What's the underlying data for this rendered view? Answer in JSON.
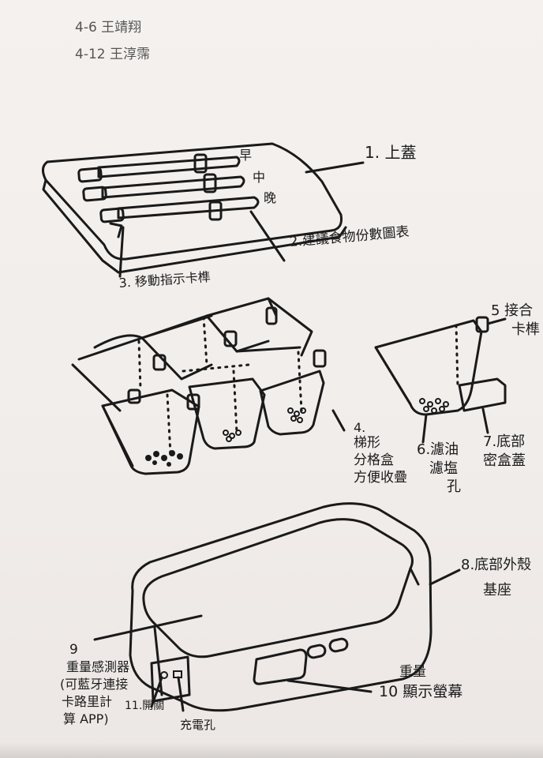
{
  "authors": {
    "line1": "4-6 王靖翔",
    "line2": "4-12 王淳霈"
  },
  "labels": {
    "lid": "1. 上蓋",
    "morning": "早",
    "noon": "中",
    "evening": "晚",
    "chart": "2.建議食物份數圖表",
    "slider": "3. 移動指示卡榫",
    "trapezoid_num": "4.",
    "trapezoid_l1": "梯形",
    "trapezoid_l2": "分格盒",
    "trapezoid_l3": "方便收疊",
    "latch_num": "5 接合",
    "latch_l2": "卡榫",
    "filter_l1": "6.濾油",
    "filter_l2": "濾塩",
    "filter_l3": "孔",
    "bottom_l1": "7.底部",
    "bottom_l2": "密盒蓋",
    "base_l1": "8.底部外殼",
    "base_l2": "基座",
    "sensor_num": "9",
    "sensor_l1": "重量感測器",
    "sensor_l2": "(可藍牙連接",
    "sensor_l3": "卡路里計",
    "sensor_l4": "算 APP)",
    "switch": "11.開關",
    "charge": "充電孔",
    "display_l1": "重量",
    "display_l2": "10 顯示螢幕"
  }
}
